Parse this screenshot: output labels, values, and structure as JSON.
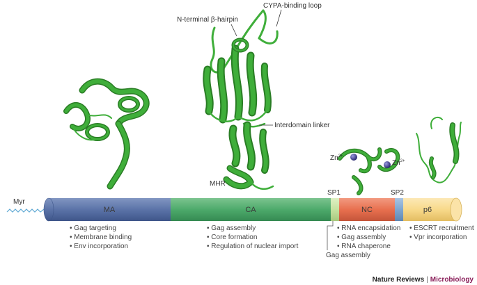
{
  "structure_labels": {
    "n_terminal_hairpin": "N-terminal β-hairpin",
    "cypa_loop": "CYPA-binding loop",
    "interdomain_linker": "Interdomain linker",
    "mhr": "MHR",
    "zn_left_base": "Zn",
    "zn_right_base": "Zn",
    "zn_charge": "2+"
  },
  "myr_label": "Myr",
  "domains": [
    {
      "id": "ma",
      "label": "MA",
      "color": "#5b73a8"
    },
    {
      "id": "ca",
      "label": "CA",
      "color": "#4daa6b"
    },
    {
      "id": "sp1",
      "label": "SP1",
      "color": "#c6e2a0"
    },
    {
      "id": "nc",
      "label": "NC",
      "color": "#e8704f"
    },
    {
      "id": "sp2",
      "label": "SP2",
      "color": "#7fa6cf"
    },
    {
      "id": "p6",
      "label": "p6",
      "color": "#f8d98a"
    }
  ],
  "functions": {
    "ma": [
      "Gag targeting",
      "Membrane binding",
      "Env incorporation"
    ],
    "ca": [
      "Gag assembly",
      "Core formation",
      "Regulation of nuclear import"
    ],
    "nc": [
      "RNA encapsidation",
      "Gag assembly",
      "RNA chaperone"
    ],
    "p6": [
      "ESCRT recruitment",
      "Vpr incorporation"
    ],
    "sp1_function": "Gag assembly"
  },
  "bullet_char": "•",
  "credit": {
    "journal": "Nature Reviews",
    "separator": "|",
    "section": "Microbiology",
    "section_color": "#8a1f5a"
  },
  "colors": {
    "protein": "#3fae3a",
    "protein_dark": "#2a7d25",
    "zinc": "#3b3a8c"
  }
}
